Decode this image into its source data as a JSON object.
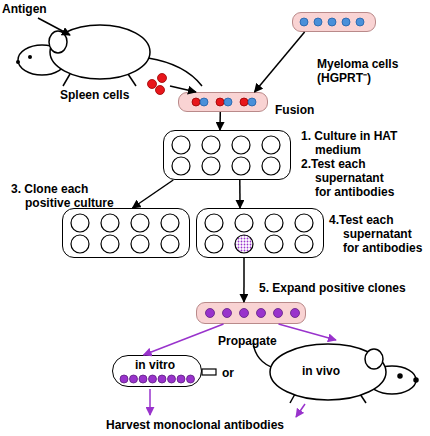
{
  "diagram": {
    "nodes": [
      {
        "text": [
          "Myeloma cells (HGPRT⁻)"
        ]
      },
      {
        "text": [
          "Fusion"
        ]
      },
      {
        "text": [
          "1. Culture in HAT medium",
          "2.Test each supernatant for antibodies"
        ]
      },
      {
        "text": [
          "3. Clone each positive culture"
        ]
      },
      {
        "text": [
          "4.Test each supernatant for antibodies"
        ]
      },
      {
        "text": [
          "5. Expand positive clones"
        ]
      },
      {
        "text": [
          "in vitro"
        ]
      },
      {
        "text": [
          "in vivo"
        ]
      }
    ],
    "edges": [
      {
        "from": 0,
        "to": 1,
        "arrow": "to"
      },
      {
        "from": 1,
        "to": 2,
        "arrow": "to"
      },
      {
        "from": 2,
        "to": 3,
        "arrow": "to"
      },
      {
        "from": 2,
        "to": 4,
        "arrow": "to"
      },
      {
        "from": 4,
        "to": 5,
        "arrow": "to"
      },
      {
        "from": 5,
        "to": 6,
        "arrow": "to"
      },
      {
        "from": 5,
        "to": 7,
        "arrow": "to"
      }
    ],
    "labels": [
      "Antigen",
      "Spleen cells",
      "Propagate",
      "or",
      "Harvest monoclonal antibodies"
    ]
  }
}
